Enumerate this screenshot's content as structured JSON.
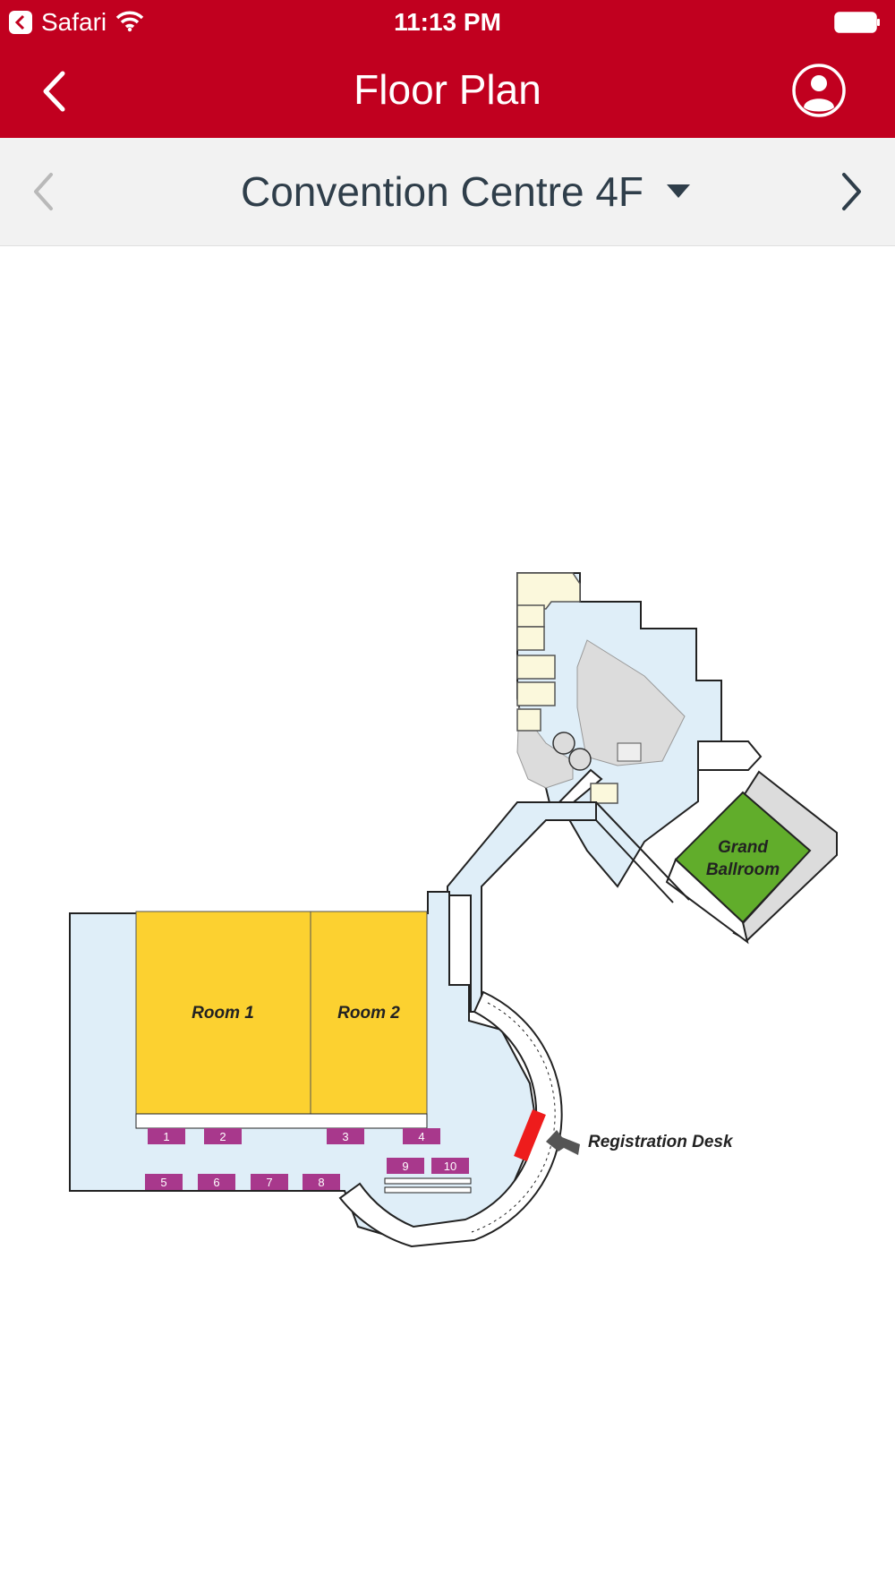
{
  "status_bar": {
    "app": "Safari",
    "time": "11:13 PM"
  },
  "header": {
    "title": "Floor Plan"
  },
  "floor_selector": {
    "current": "Convention Centre 4F"
  },
  "map": {
    "rooms": [
      {
        "label": "Room 1",
        "color": "#fcd130"
      },
      {
        "label": "Room 2",
        "color": "#fcd130"
      }
    ],
    "ballroom": {
      "line1": "Grand",
      "line2": "Ballroom",
      "color": "#61ad2b"
    },
    "registration_desk": {
      "label": "Registration Desk",
      "color": "#ee1c1c"
    },
    "booths": [
      "1",
      "2",
      "3",
      "4",
      "5",
      "6",
      "7",
      "8",
      "9",
      "10"
    ],
    "booth_color": "#a8388c",
    "floor_color": "#dfeef8"
  },
  "colors": {
    "brand": "#c1001f",
    "subbar": "#f2f2f2",
    "text_dark": "#2f3e4a"
  }
}
